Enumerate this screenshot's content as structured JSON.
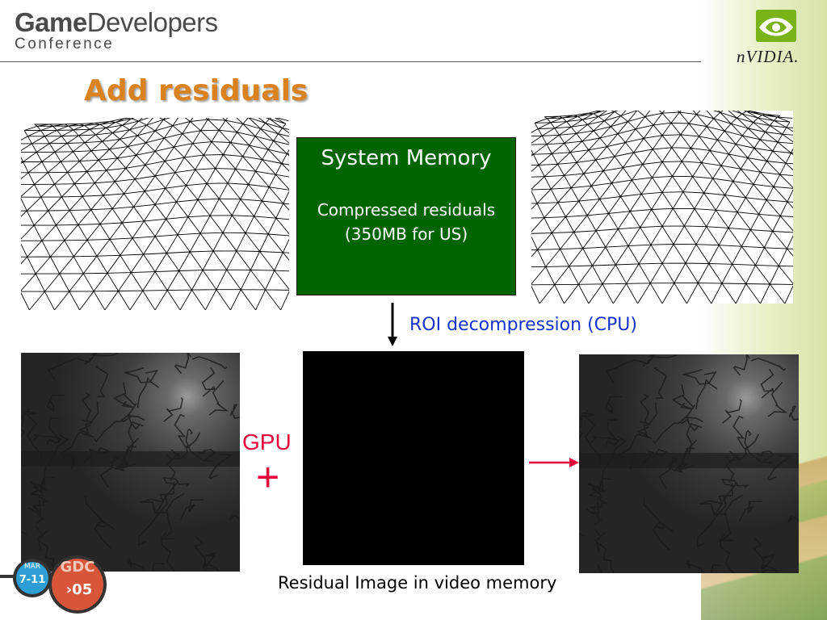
{
  "header": {
    "logo_game": "Game",
    "logo_developers": "Developers",
    "logo_conference": "Conference",
    "sponsor_logo": "nVIDIA."
  },
  "slide": {
    "title": "Add residuals"
  },
  "system_memory": {
    "title": "System Memory",
    "line1": "Compressed residuals",
    "line2": "(350MB for US)"
  },
  "roi_label": "ROI decompression (CPU)",
  "gpu_label": "GPU",
  "plus_symbol": "+",
  "caption": "Residual Image in video memory",
  "badge": {
    "month": "MAR",
    "dates": "7-11",
    "event": "GDC",
    "year": "›05"
  },
  "colors": {
    "title": "#d9821f",
    "system_memory_bg": "#006400",
    "roi_text": "#1533cc",
    "gpu_text": "#e8003a"
  }
}
